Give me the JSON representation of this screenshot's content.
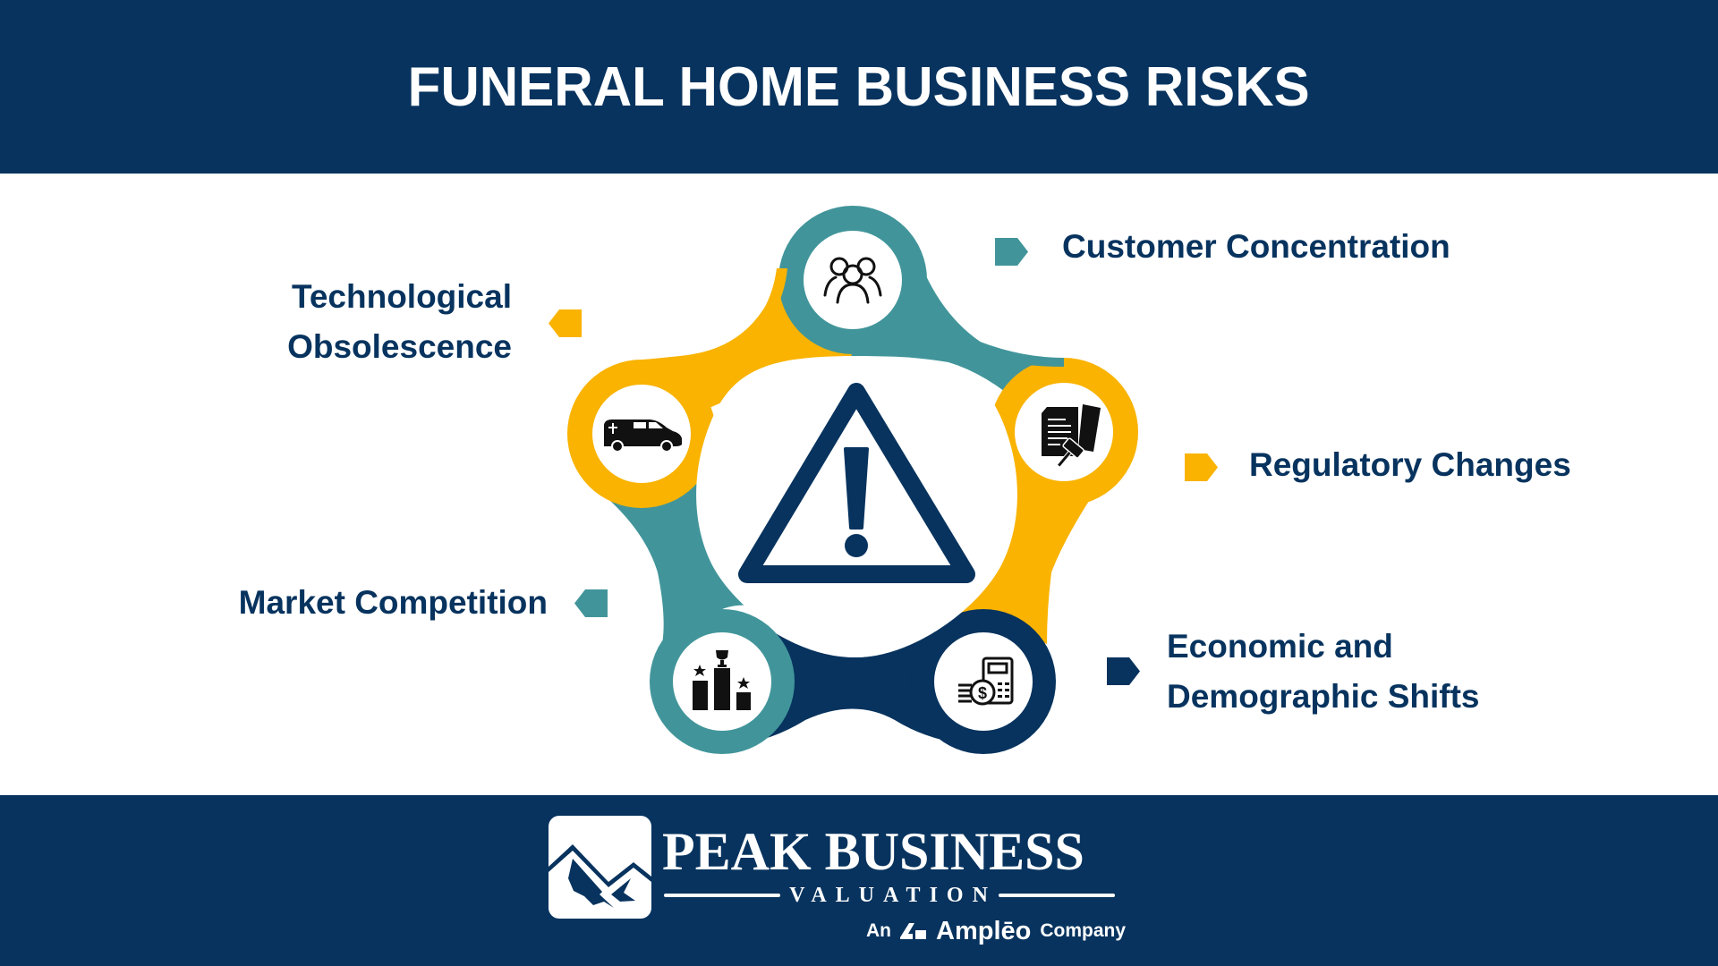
{
  "header": {
    "title": "FUNERAL HOME BUSINESS RISKS"
  },
  "colors": {
    "navy": "#07335E",
    "teal": "#41959A",
    "yellow": "#F9B300",
    "white": "#FFFFFF",
    "icon_black": "#111111"
  },
  "diagram": {
    "center_icon": "warning-triangle-icon",
    "nodes": [
      {
        "id": "customer-concentration",
        "icon": "people-group-icon",
        "ring_color": "#41959A",
        "position": "top"
      },
      {
        "id": "regulatory-changes",
        "icon": "legal-documents-gavel-icon",
        "ring_color": "#F9B300",
        "position": "right"
      },
      {
        "id": "economic-demographic-shifts",
        "icon": "money-calculator-icon",
        "ring_color": "#07335E",
        "position": "bottom-right"
      },
      {
        "id": "market-competition",
        "icon": "podium-trophy-icon",
        "ring_color": "#41959A",
        "position": "bottom-left"
      },
      {
        "id": "technological-obsolescence",
        "icon": "hearse-icon",
        "ring_color": "#F9B300",
        "position": "left"
      }
    ]
  },
  "risks": {
    "customer_concentration": {
      "label": "Customer Concentration",
      "marker_color": "#41959A"
    },
    "regulatory_changes": {
      "label": "Regulatory Changes",
      "marker_color": "#F9B300"
    },
    "economic_shifts": {
      "line1": "Economic and",
      "line2": "Demographic Shifts",
      "marker_color": "#07335E"
    },
    "market_competition": {
      "label": "Market Competition",
      "marker_color": "#41959A"
    },
    "technological_obsolescence": {
      "line1": "Technological",
      "line2": "Obsolescence",
      "marker_color": "#F9B300"
    }
  },
  "footer": {
    "brand_name": "PEAK BUSINESS",
    "brand_sub": "VALUATION",
    "tagline_prefix": "An",
    "tagline_company": "Amplēo",
    "tagline_suffix": "Company"
  }
}
